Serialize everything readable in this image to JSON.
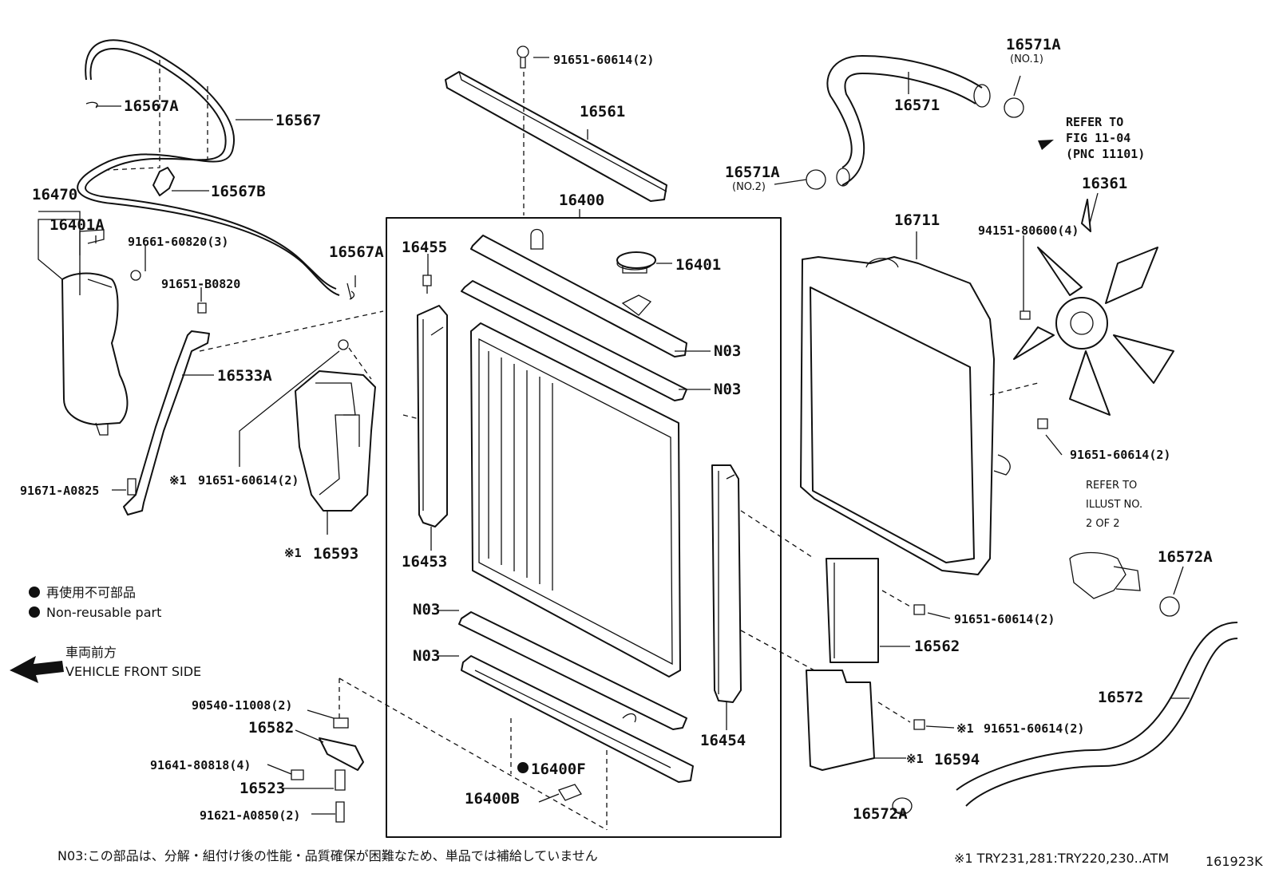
{
  "parts": {
    "p16567A_top": "16567A",
    "p16567": "16567",
    "p16567B": "16567B",
    "p16470": "16470",
    "p16401A": "16401A",
    "b91661": "91661-60820(3)",
    "b91651_B0820": "91651-B0820",
    "p16567A_mid": "16567A",
    "p16533A": "16533A",
    "b91671": "91671-A0825",
    "b91651_left": "91651-60614(2)",
    "mark_left": "※1",
    "p16593": "16593",
    "mark_16593": "※1",
    "b91651_top": "91651-60614(2)",
    "p16561": "16561",
    "p16400": "16400",
    "p16455": "16455",
    "p16401": "16401",
    "n03_1": "N03",
    "n03_2": "N03",
    "p16453": "16453",
    "n03_3": "N03",
    "n03_4": "N03",
    "p16454": "16454",
    "p16400F": "16400F",
    "p16400B": "16400B",
    "b90540": "90540-11008(2)",
    "p16582": "16582",
    "b91641": "91641-80818(4)",
    "p16523": "16523",
    "b91621": "91621-A0850(2)",
    "p16571A_1": "16571A",
    "p16571A_1_sub": "(NO.1)",
    "p16571": "16571",
    "refer1": "REFER TO",
    "refer2": "FIG 11-04",
    "refer3": "(PNC 11101)",
    "p16571A_2": "16571A",
    "p16571A_2_sub": "(NO.2)",
    "p16361": "16361",
    "p16711": "16711",
    "b94151": "94151-80600(4)",
    "b91651_fan": "91651-60614(2)",
    "refer_ill1": "REFER TO",
    "refer_ill2": "ILLUST NO.",
    "refer_ill3": "2 OF 2",
    "p16572A_top": "16572A",
    "b91651_shroud": "91651-60614(2)",
    "p16562": "16562",
    "b91651_lower": "91651-60614(2)",
    "mark_lower": "※1",
    "p16594": "16594",
    "mark_16594": "※1",
    "p16572": "16572",
    "p16572A_bot": "16572A"
  },
  "legend": {
    "nonreusable_jp": "再使用不可部品",
    "nonreusable_en": "Non-reusable part",
    "front_jp": "車両前方",
    "front_en": "VEHICLE FRONT SIDE"
  },
  "footer": {
    "n03_note": "N03:この部品は、分解・組付け後の性能・品質確保が困難なため、単品では補給していません",
    "applicability": "※1 TRY231,281:TRY220,230..ATM",
    "figure_id": "161923K"
  }
}
